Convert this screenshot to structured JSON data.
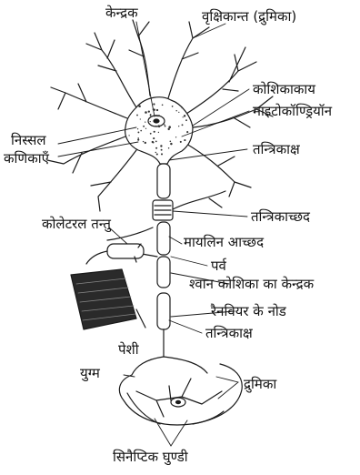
{
  "labels": {
    "nucleus": "केन्द्रक",
    "dendrite_top": "वृक्षिकान्त (द्रुमिका)",
    "cell_body": "कोशिकाकाय",
    "mitochondria": "माइटोकॉण्ड्रियॉन",
    "nissl_line1": "निस्सल",
    "nissl_line2": "कणिकाएँ",
    "axon_top": "तन्त्रिकाक्ष",
    "axon_sheath": "तन्त्रिकाच्छद",
    "collateral": "कोलेटरल तन्तु",
    "myelin": "मायलिन आच्छद",
    "node_parv": "पर्व",
    "schwann": "श्वान कोशिका का केन्द्रक",
    "ranvier": "रैनवियर के नोड",
    "axon_bottom": "तन्त्रिकाक्ष",
    "muscle": "पेशी",
    "synapse_pair": "युग्म",
    "dendrite_bottom": "द्रुमिका",
    "synaptic_knob": "सिनैप्टिक घुण्डी"
  },
  "colors": {
    "line": "#1a1a1a",
    "fill": "#ffffff",
    "dots": "#333333"
  }
}
